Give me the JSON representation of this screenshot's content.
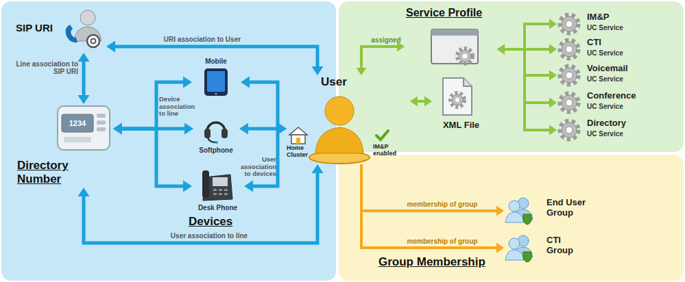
{
  "diagram": {
    "nodes": [
      {
        "text": [
          "SIP URI"
        ]
      },
      {
        "text": [
          "1234",
          "Directory Number"
        ]
      },
      {
        "text": [
          "Mobile"
        ]
      },
      {
        "text": [
          "Softphone"
        ]
      },
      {
        "text": [
          "Desk Phone"
        ]
      },
      {
        "text": [
          "User",
          "Home Cluster",
          "IM&P enabled"
        ]
      },
      {
        "text": [
          "Service Profile"
        ]
      },
      {
        "text": [
          "XML File"
        ]
      },
      {
        "text": [
          "IM&P",
          "UC Service"
        ]
      },
      {
        "text": [
          "CTI",
          "UC Service"
        ]
      },
      {
        "text": [
          "Voicemail",
          "UC Service"
        ]
      },
      {
        "text": [
          "Conference",
          "UC Service"
        ]
      },
      {
        "text": [
          "Directory",
          "UC Service"
        ]
      },
      {
        "text": [
          "End User Group"
        ]
      },
      {
        "text": [
          "CTI Group"
        ]
      }
    ],
    "edges": [
      {
        "from": 0,
        "to": 5,
        "label": "URI association to User",
        "arrow": "both"
      },
      {
        "from": 0,
        "to": 1,
        "label": "Line association to SIP URI",
        "arrow": "both"
      },
      {
        "from": 1,
        "to": 2,
        "label": "Device association to line",
        "arrow": "both"
      },
      {
        "from": 1,
        "to": 3,
        "arrow": "both"
      },
      {
        "from": 1,
        "to": 4,
        "arrow": "both"
      },
      {
        "from": 5,
        "to": 2,
        "label": "User association to devices",
        "arrow": "both"
      },
      {
        "from": 5,
        "to": 3,
        "arrow": "both"
      },
      {
        "from": 5,
        "to": 4,
        "arrow": "both"
      },
      {
        "from": 1,
        "to": 5,
        "label": "User association to line",
        "arrow": "both"
      },
      {
        "from": 5,
        "to": 6,
        "label": "assigned",
        "arrow": "both"
      },
      {
        "from": 5,
        "to": 7,
        "arrow": "both"
      },
      {
        "from": 6,
        "to": 8,
        "arrow": "both"
      },
      {
        "from": 6,
        "to": 9,
        "arrow": "both"
      },
      {
        "from": 6,
        "to": 10,
        "arrow": "both"
      },
      {
        "from": 6,
        "to": 11,
        "arrow": "both"
      },
      {
        "from": 6,
        "to": 12,
        "arrow": "both"
      },
      {
        "from": 5,
        "to": 13,
        "label": "membership of group",
        "arrow": "to"
      },
      {
        "from": 5,
        "to": 14,
        "label": "membership of group",
        "arrow": "to"
      }
    ],
    "labels": [
      "Devices",
      "Group Membership"
    ]
  }
}
